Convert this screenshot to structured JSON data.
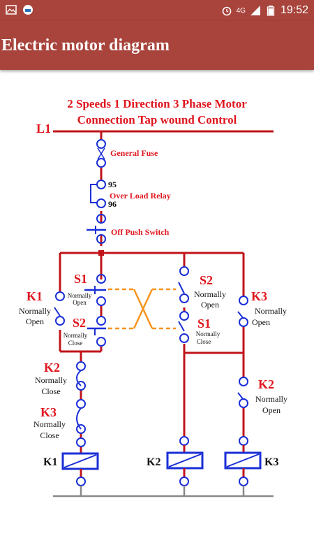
{
  "status_bar": {
    "network": "4G",
    "time": "19:52",
    "icons": [
      "image-icon",
      "app-icon",
      "alarm-icon",
      "signal-icon",
      "battery-icon"
    ]
  },
  "app_bar": {
    "title": "Electric motor diagram"
  },
  "diagram": {
    "title_line1": "2 Speeds 1 Direction 3 Phase Motor",
    "title_line2": "Connection Tap wound Control",
    "line_label": "L1",
    "general_fuse": "General Fuse",
    "relay_top": "95",
    "relay_label": "Over Load Relay",
    "relay_bottom": "96",
    "off_switch": "Off Push Switch",
    "s1_left": "S1",
    "s1_left_state1": "Normally",
    "s1_left_state2": "Open",
    "k1_left": "K1",
    "k1_state1": "Normally",
    "k1_state2": "Open",
    "s2_left": "S2",
    "s2_left_state1": "Normally",
    "s2_left_state2": "Close",
    "s2_right": "S2",
    "s2_right_state1": "Normally",
    "s2_right_state2": "Open",
    "s1_right": "S1",
    "s1_right_state1": "Normally",
    "s1_right_state2": "Close",
    "k3_right": "K3",
    "k3_right_state1": "Normally",
    "k3_right_state2": "Open",
    "k2_left": "K2",
    "k2_left_state1": "Normally",
    "k2_left_state2": "Close",
    "k3_left": "K3",
    "k3_left_state1": "Normally",
    "k3_left_state2": "Close",
    "k2_right": "K2",
    "k2_right_state1": "Normally",
    "k2_right_state2": "Open",
    "coil_k1": "K1",
    "coil_k2": "K2",
    "coil_k3": "K3",
    "colors": {
      "wire": "#c0141a",
      "label": "#e0161e",
      "component": "#1a2fd6",
      "bridge": "#f7941d"
    }
  }
}
